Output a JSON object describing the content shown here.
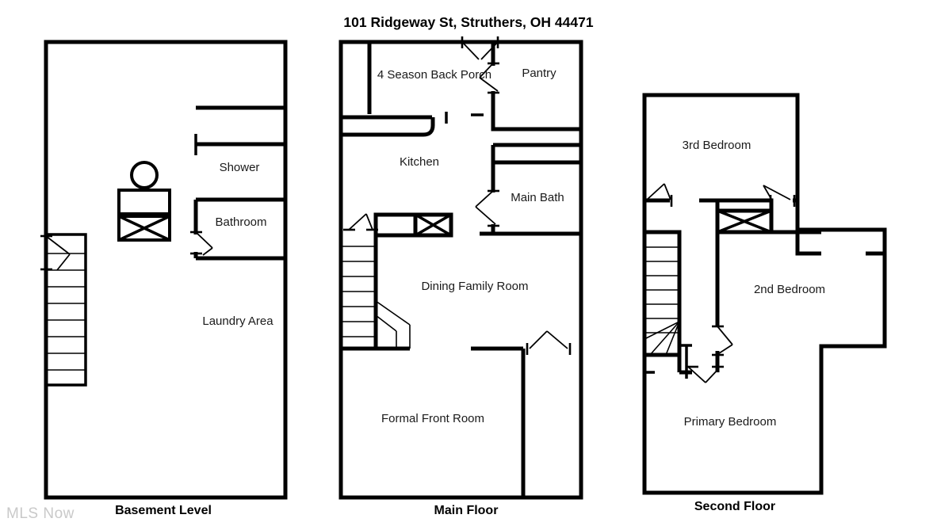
{
  "document": {
    "type": "real-estate-floor-plan",
    "address_title": "101 Ridgeway St, Struthers, OH 44471",
    "watermark": "MLS Now"
  },
  "floors": [
    {
      "id": "basement",
      "caption": "Basement Level",
      "rooms": [
        {
          "name": "shower",
          "label": "Shower"
        },
        {
          "name": "bathroom",
          "label": "Bathroom"
        },
        {
          "name": "laundry-area",
          "label": "Laundry Area"
        }
      ],
      "features": [
        "exterior-wall-rectangle",
        "stair-run-down-8-treads",
        "stair-door-swing",
        "bathroom-door-swing",
        "water-heater-circle-fixture",
        "furnace-rectangle-fixture",
        "appliance-x-fixture"
      ]
    },
    {
      "id": "main-floor",
      "caption": "Main Floor",
      "rooms": [
        {
          "name": "four-season-back-porch",
          "label": "4 Season Back Porch"
        },
        {
          "name": "pantry",
          "label": "Pantry"
        },
        {
          "name": "kitchen",
          "label": "Kitchen"
        },
        {
          "name": "main-bath",
          "label": "Main Bath"
        },
        {
          "name": "dining-family-room",
          "label": "Dining Family Room"
        },
        {
          "name": "formal-front-room",
          "label": "Formal Front Room"
        }
      ],
      "features": [
        "exterior-wall-rectangle",
        "back-entry-double-door-swing",
        "pantry-door-swing",
        "kitchen-counter-rounded-end",
        "main-bath-door-swing",
        "stair-run-up-8-treads-with-winder",
        "stair-door-swing",
        "closet-x-fixture",
        "front-room-door-swing"
      ]
    },
    {
      "id": "second-floor",
      "caption": "Second Floor",
      "rooms": [
        {
          "name": "third-bedroom",
          "label": "3rd Bedroom"
        },
        {
          "name": "second-bedroom",
          "label": "2nd Bedroom"
        },
        {
          "name": "primary-bedroom",
          "label": "Primary Bedroom"
        }
      ],
      "features": [
        "exterior-wall-outline",
        "third-bedroom-door-swing",
        "hall-door-swing",
        "linen-closet-x-fixture",
        "second-bedroom-door-swing",
        "primary-bedroom-door-swing",
        "stair-run-down-8-treads-with-winder"
      ]
    }
  ],
  "colors": {
    "wall": "#000000",
    "background": "#ffffff",
    "text": "#1a1a1a",
    "watermark": "#c9c9c9"
  }
}
